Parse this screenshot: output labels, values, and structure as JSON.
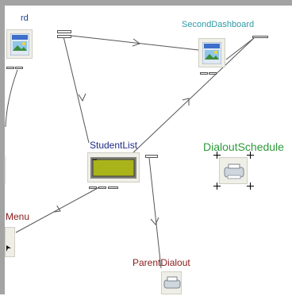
{
  "nodes": {
    "rd": {
      "label": "rd",
      "icon": "form-icon"
    },
    "second_dashboard": {
      "label": "SecondDashboard",
      "icon": "form-icon"
    },
    "student_list": {
      "label": "StudentList",
      "icon": "list-screen-icon"
    },
    "dialout_schedule": {
      "label": "DialoutSchedule",
      "icon": "printer-icon"
    },
    "menu": {
      "label": "Menu",
      "icon": "menu-icon"
    },
    "parent_dialout": {
      "label": "ParentDialout",
      "icon": "printer-icon"
    }
  },
  "colors": {
    "frame": "#a3a3a3",
    "link_line": "#555555",
    "label_cyan": "#2f9aa6",
    "label_navy": "#1f2a87",
    "label_green": "#2d9a3a",
    "label_maroon": "#8a1a1a"
  }
}
